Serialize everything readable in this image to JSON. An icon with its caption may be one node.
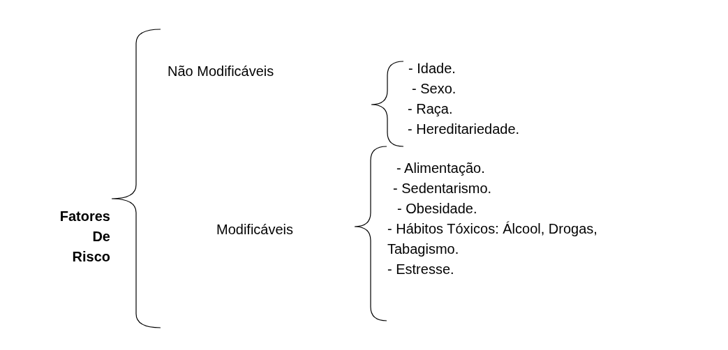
{
  "diagram": {
    "labels": [
      "Fatores De Risco",
      "Não Modificáveis",
      "- Idade.",
      "- Sexo.",
      "- Raça.",
      "- Hereditariedade.",
      "Modificáveis",
      "- Alimentação.",
      "- Sedentarismo.",
      "- Obesidade.",
      "- Hábitos Tóxicos: Álcool, Drogas, Tabagismo.",
      "- Estresse."
    ]
  }
}
